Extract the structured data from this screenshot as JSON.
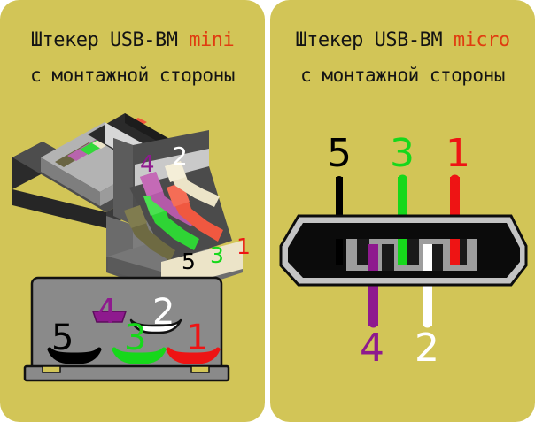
{
  "page": {
    "background": "#ffffff",
    "panel_background": "#d2c557"
  },
  "panels": [
    {
      "id": "usb-bm-mini",
      "title_prefix": "Штекер USB-BM ",
      "title_accent": "mini",
      "title_accent_color": "#e03c10",
      "subtitle": "с монтажной стороны",
      "illustrations": [
        {
          "name": "isometric-plug-mini",
          "description": "3D isometric view of USB mini-B plug with five colored wire contacts"
        },
        {
          "name": "front-view-connector-mini",
          "description": "Front (mounting side) view of mini-B connector shell with five pins"
        }
      ],
      "pins": [
        {
          "number": "5",
          "color": "#000000",
          "name": "pin-5-ground"
        },
        {
          "number": "4",
          "color": "#8e1a8e",
          "name": "pin-4-id"
        },
        {
          "number": "3",
          "color": "#16d81b",
          "name": "pin-3-dplus"
        },
        {
          "number": "2",
          "color": "#ffffff",
          "name": "pin-2-dminus"
        },
        {
          "number": "1",
          "color": "#ee1414",
          "name": "pin-1-vbus"
        }
      ],
      "iso_labels": [
        {
          "number": "4",
          "color": "#8e1a8e"
        },
        {
          "number": "2",
          "color": "#ffffff"
        },
        {
          "number": "5",
          "color": "#000000"
        },
        {
          "number": "3",
          "color": "#16d81b"
        },
        {
          "number": "1",
          "color": "#ee1414"
        }
      ]
    },
    {
      "id": "usb-bm-micro",
      "title_prefix": "Штекер USB-BM ",
      "title_accent": "micro",
      "title_accent_color": "#e03c10",
      "subtitle": "с монтажной стороны",
      "illustrations": [
        {
          "name": "front-view-connector-micro",
          "description": "Front (mounting side) view of micro-B connector with leader lines to five pins"
        }
      ],
      "pins": [
        {
          "number": "5",
          "color": "#000000",
          "name": "pin-5-ground",
          "side": "top"
        },
        {
          "number": "3",
          "color": "#16d81b",
          "name": "pin-3-dplus",
          "side": "top"
        },
        {
          "number": "1",
          "color": "#ee1414",
          "name": "pin-1-vbus",
          "side": "top"
        },
        {
          "number": "4",
          "color": "#8e1a8e",
          "name": "pin-4-id",
          "side": "bottom"
        },
        {
          "number": "2",
          "color": "#ffffff",
          "name": "pin-2-dminus",
          "side": "bottom"
        }
      ]
    }
  ],
  "colors": {
    "khaki": "#d2c557",
    "shell_gray": "#8a8a8a",
    "dark_gray": "#4a4a4a",
    "black": "#0c0c0c",
    "silver": "#c8c8c8",
    "cream": "#ece4c8"
  }
}
